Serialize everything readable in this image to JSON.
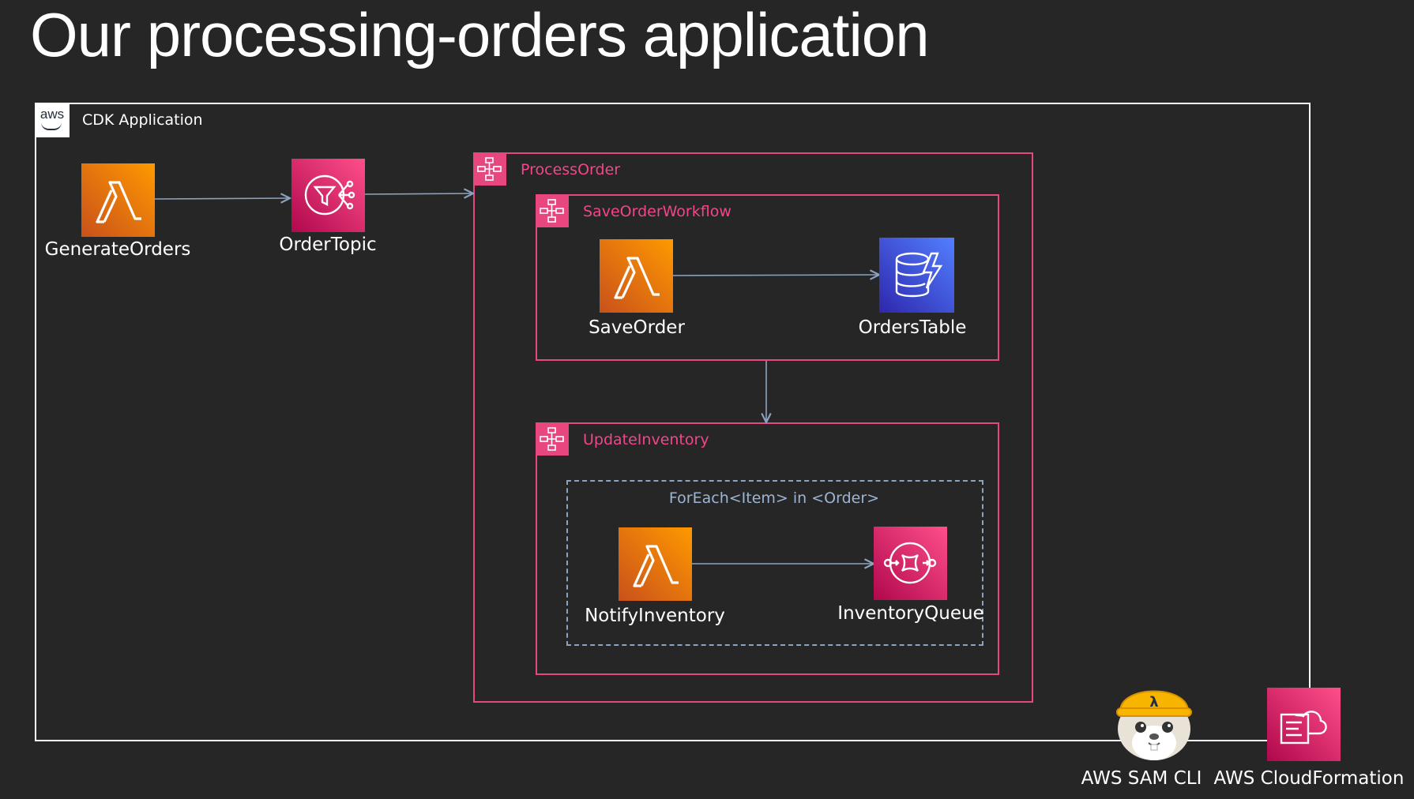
{
  "title": "Our processing-orders application",
  "groups": {
    "cdk": "CDK Application",
    "aws_logo": "aws",
    "process_order": "ProcessOrder",
    "save_order_workflow": "SaveOrderWorkflow",
    "update_inventory": "UpdateInventory",
    "foreach": "ForEach<Item> in <Order>"
  },
  "nodes": {
    "generate_orders": "GenerateOrders",
    "order_topic": "OrderTopic",
    "save_order": "SaveOrder",
    "orders_table": "OrdersTable",
    "notify_inventory": "NotifyInventory",
    "inventory_queue": "InventoryQueue",
    "sam_cli": "AWS SAM CLI",
    "cloudformation": "AWS CloudFormation"
  },
  "colors": {
    "background": "#262626",
    "step_functions": "#e7467f",
    "lambda": "#ff9900",
    "sns_sqs": "#ff4f8b",
    "dynamodb": "#527fff",
    "arrow": "#8aa3bf"
  },
  "icons": {
    "lambda": "lambda-icon",
    "sns": "sns-topic-icon",
    "dynamodb": "dynamodb-table-icon",
    "sqs": "sqs-queue-icon",
    "step_functions": "step-functions-icon",
    "sam": "sam-squirrel-mascot-icon",
    "cloudformation": "cloudformation-icon"
  }
}
